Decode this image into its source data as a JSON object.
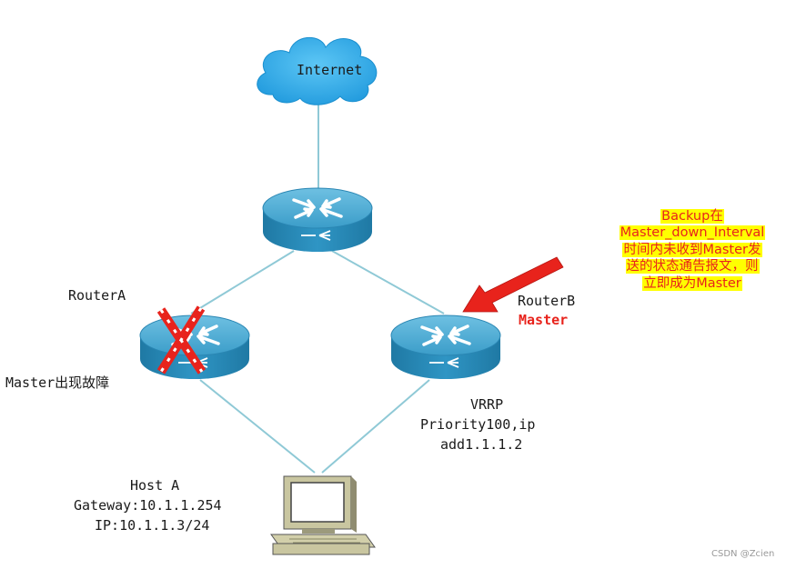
{
  "nodes": {
    "internet": "Internet",
    "router_a": "RouterA",
    "router_b": "RouterB",
    "router_b_role": "Master",
    "router_a_fault": "Master出现故障",
    "host_name": "Host A",
    "host_gateway": "Gateway:10.1.1.254",
    "host_ip": "IP:10.1.1.3/24",
    "vrrp_title": "VRRP",
    "vrrp_priority": "Priority100,ip",
    "vrrp_addr": "add1.1.1.2"
  },
  "callout": {
    "lines": [
      "Backup在",
      "Master_down_Interval",
      "时间内未收到Master发",
      "送的状态通告报文，则",
      "立即成为Master"
    ]
  },
  "watermark": "CSDN @Zcien",
  "colors": {
    "link": "#8fc9d6",
    "router": "#2b8bb6",
    "router_top": "#5ab0d6",
    "cloud": "#2ba6e8",
    "highlight": "#ffff00",
    "alert": "#e8231c"
  }
}
